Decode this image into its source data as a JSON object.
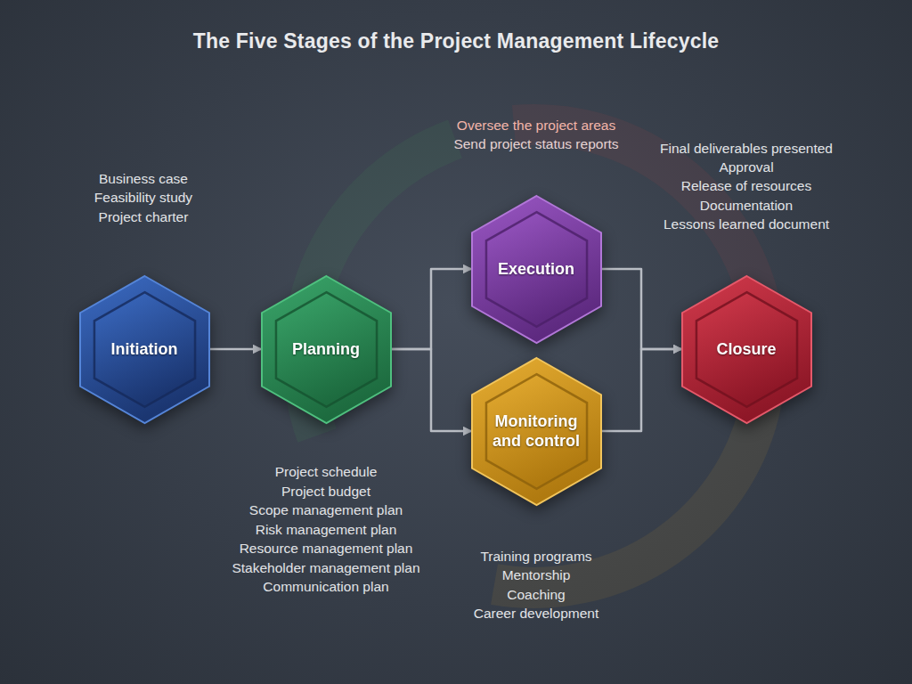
{
  "diagram": {
    "title": "The Five Stages of the Project Management Lifecycle",
    "nodes": [
      {
        "text": [
          "Initiation"
        ]
      },
      {
        "text": [
          "Planning"
        ]
      },
      {
        "text": [
          "Execution"
        ]
      },
      {
        "text": [
          "Monitoring and control"
        ]
      },
      {
        "text": [
          "Closure"
        ]
      }
    ],
    "edges": [
      {
        "from": 0,
        "to": 1,
        "arrow": "to"
      },
      {
        "from": 1,
        "to": 2,
        "arrow": "to"
      },
      {
        "from": 1,
        "to": 3,
        "arrow": "to"
      },
      {
        "from": 2,
        "to": 4,
        "arrow": "to"
      },
      {
        "from": 3,
        "to": 4,
        "arrow": "to"
      }
    ],
    "labels": [
      "Business case",
      "Feasibility study",
      "Project charter",
      "Project schedule",
      "Project budget",
      "Scope management plan",
      "Risk management plan",
      "Resource management plan",
      "Stakeholder management plan",
      "Communication plan",
      "Oversee the project areas",
      "Send project status reports",
      "Training programs",
      "Mentorship",
      "Coaching",
      "Career development",
      "Final deliverables presented",
      "Approval",
      "Release of resources",
      "Documentation",
      "Lessons learned document"
    ]
  }
}
